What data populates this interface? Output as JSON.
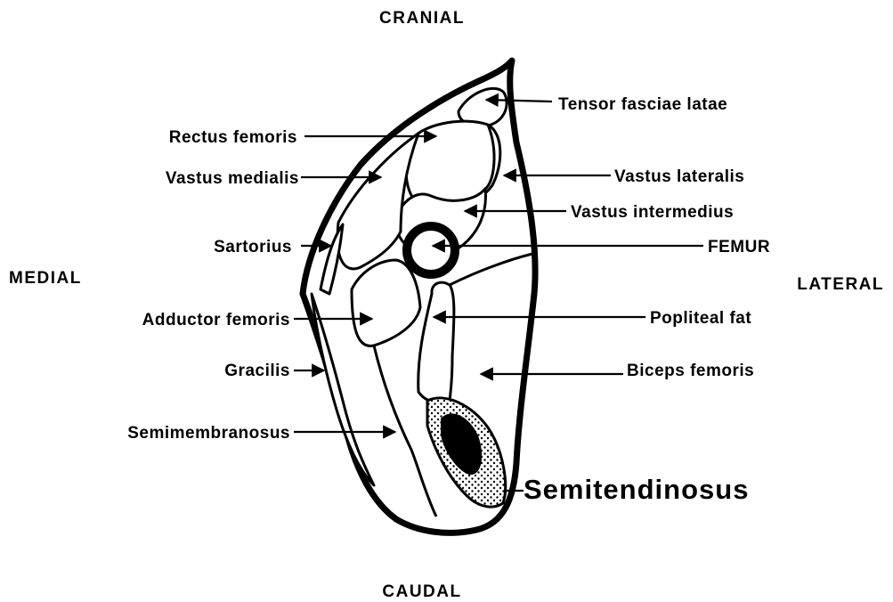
{
  "directions": {
    "cranial": "CRANIAL",
    "caudal": "CAUDAL",
    "medial": "MEDIAL",
    "lateral": "LATERAL"
  },
  "labels": {
    "tensor_fasciae_latae": "Tensor fasciae latae",
    "rectus_femoris": "Rectus femoris",
    "vastus_lateralis": "Vastus lateralis",
    "vastus_medialis": "Vastus medialis",
    "vastus_intermedius": "Vastus intermedius",
    "sartorius": "Sartorius",
    "femur": "FEMUR",
    "adductor_femoris": "Adductor femoris",
    "popliteal_fat": "Popliteal fat",
    "gracilis": "Gracilis",
    "biceps_femoris": "Biceps femoris",
    "semimembranosus": "Semimembranosus",
    "semitendinosus": "Semitendinosus"
  }
}
